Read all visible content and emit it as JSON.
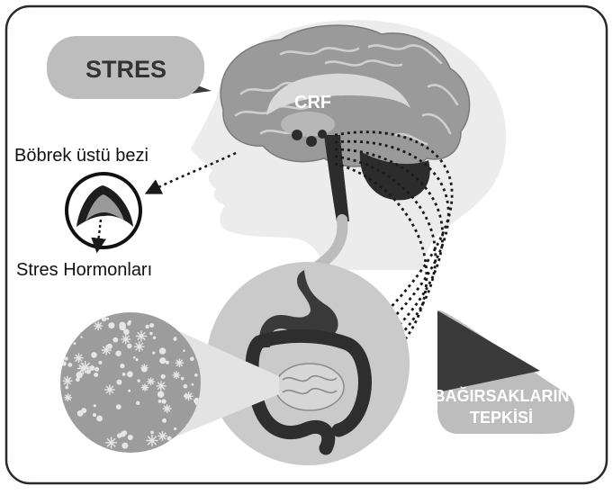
{
  "labels": {
    "stress": "STRES",
    "crf": "CRF",
    "adrenal_gland": "Böbrek üstü bezi",
    "stress_hormones": "Stres Hormonları",
    "gut_response_line1": "BAĞIRSAKLARIN",
    "gut_response_line2": "TEPKİSİ"
  },
  "colors": {
    "frame": "#2a2a2a",
    "head_fill": "#ececec",
    "brain_fill": "#9a9a9a",
    "brain_fold": "#cfcfcf",
    "brainstem": "#2c2c2c",
    "callout_fill": "#bdbdbd",
    "callout_dark": "#3a3a3a",
    "stomach_circle": "#cacaca",
    "intestine": "#2e2e2e",
    "bacteria_bg": "#9c9c9c",
    "bacteria_dots": "#e6e6e6",
    "arrow": "#1a1a1a"
  },
  "icons": [
    "brain-icon",
    "adrenal-gland-icon",
    "stomach-icon",
    "intestine-icon",
    "bacteria-icon"
  ]
}
